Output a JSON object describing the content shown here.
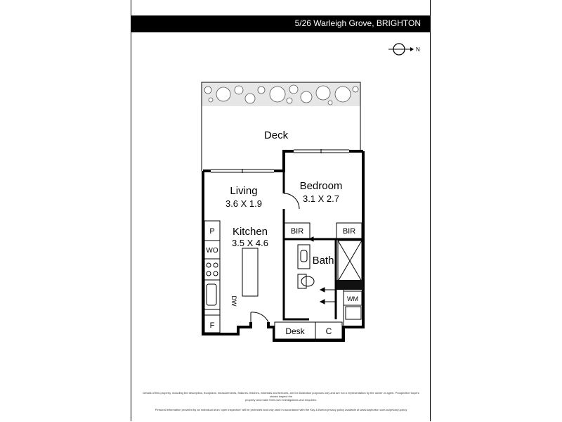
{
  "header": {
    "address": "5/26 Warleigh Grove, BRIGHTON"
  },
  "compass": {
    "north_label": "N"
  },
  "rooms": {
    "deck": {
      "name": "Deck"
    },
    "living": {
      "name": "Living",
      "size": "3.6 X 1.9"
    },
    "bedroom": {
      "name": "Bedroom",
      "size": "3.1 X 2.7"
    },
    "kitchen": {
      "name": "Kitchen",
      "size": "3.5 X 4.6"
    },
    "bath": {
      "name": "Bath"
    }
  },
  "fixtures": {
    "bir_left": "BIR",
    "bir_right": "BIR",
    "pantry": "P",
    "wall_oven": "WO",
    "dishwasher": "DW",
    "fridge": "F",
    "washing_machine": "WM",
    "desk": "Desk",
    "cupboard": "C"
  },
  "footer": {
    "line1": "Details of this property, including the description, floorplans, measurements, features, finishes, materials and textures, are for illustration purposes only and are not a representation by the owner or agent. Prospective buyers should inspect the",
    "line2": "property and make their own investigations and enquiries.",
    "line3": "Personal information provided by an individual at an 'open inspection' will be protected and only used in accordance with the Kay & Burton privacy policy available at www.kayburton.com.au/privacy-policy"
  }
}
